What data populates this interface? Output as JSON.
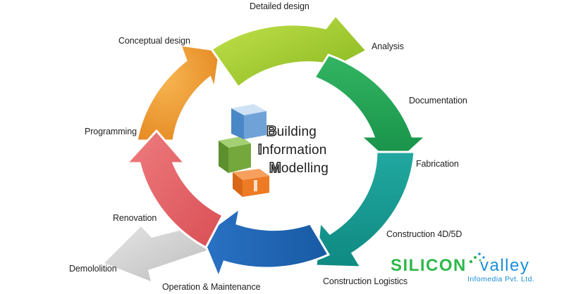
{
  "stages": [
    {
      "id": "detailed-design",
      "label": "Detailed design"
    },
    {
      "id": "analysis",
      "label": "Analysis"
    },
    {
      "id": "documentation",
      "label": "Documentation"
    },
    {
      "id": "fabrication",
      "label": "Fabrication"
    },
    {
      "id": "construction-4d-5d",
      "label": "Construction 4D/5D"
    },
    {
      "id": "construction-logistics",
      "label": "Construction Logistics"
    },
    {
      "id": "operation-maintenance",
      "label": "Operation & Maintenance"
    },
    {
      "id": "demolition",
      "label": "Demololition"
    },
    {
      "id": "renovation",
      "label": "Renovation"
    },
    {
      "id": "programming",
      "label": "Programming"
    },
    {
      "id": "conceptual-design",
      "label": "Conceptual design"
    }
  ],
  "center": {
    "line1_initial": "B",
    "line1_rest": "uilding",
    "line2_initial": "I",
    "line2_rest": "nformation",
    "line3_initial": "M",
    "line3_rest": "odelling"
  },
  "logo": {
    "word_a": "SILICON",
    "word_b": "valley",
    "tagline": "Infomedia Pvt. Ltd."
  },
  "colors": {
    "conceptual_design": "#ee9a2c",
    "detailed_design": "#9ccb2d",
    "analysis_documentation": "#26a55a",
    "fabrication_construction": "#16968f",
    "operation_maintenance": "#1f63b0",
    "renovation_programming": "#e06468",
    "demolition": "#c8c8c8",
    "logo_green": "#2eb84a",
    "logo_blue": "#1a8fd6"
  }
}
